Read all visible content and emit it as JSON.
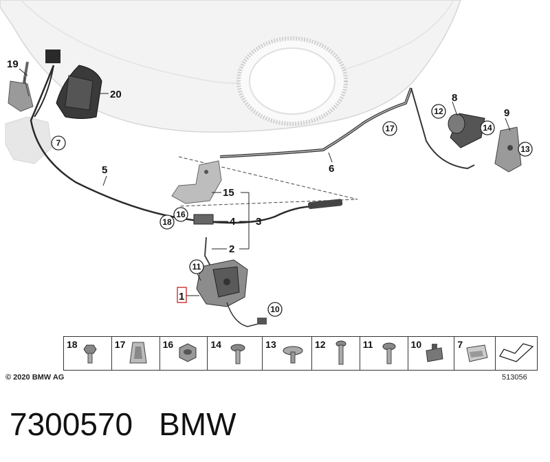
{
  "callouts": {
    "c1": "1",
    "c2": "2",
    "c3": "3",
    "c4": "4",
    "c5": "5",
    "c6": "6",
    "c7": "7",
    "c8": "8",
    "c9": "9",
    "c10": "10",
    "c11": "11",
    "c12": "12",
    "c13": "13",
    "c14": "14",
    "c15": "15",
    "c16": "16",
    "c17": "17",
    "c18": "18",
    "c19": "19",
    "c20": "20"
  },
  "strip": {
    "items": [
      "18",
      "17",
      "16",
      "14",
      "13",
      "12",
      "11",
      "10",
      "7"
    ]
  },
  "footer": {
    "copyright": "© 2020 BMW AG",
    "diagram_code": "513056"
  },
  "part": {
    "number": "7300570",
    "brand": "BMW"
  },
  "colors": {
    "highlight": "#d33b3b",
    "line": "#222222",
    "hood": "#f2f2f2"
  }
}
